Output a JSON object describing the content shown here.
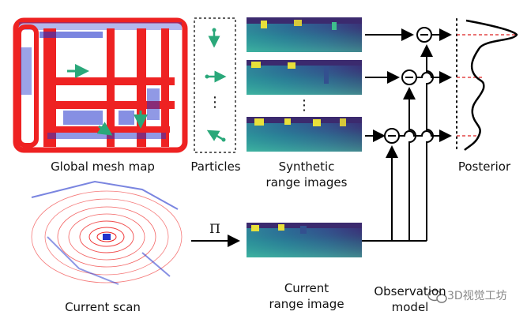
{
  "labels": {
    "global_map": "Global mesh map",
    "particles": "Particles",
    "synthetic_line1": "Synthetic",
    "synthetic_line2": "range images",
    "posterior": "Posterior",
    "current_scan": "Current scan",
    "current_range_line1": "Current",
    "current_range_line2": "range image",
    "observation_line1": "Observation",
    "observation_line2": "model",
    "projection_symbol": "Π",
    "vertical_ellipsis": "⋮",
    "watermark": "3D视觉工坊"
  },
  "colors": {
    "map_red": "#ee2222",
    "map_blue": "#2233cc",
    "particle_green": "#2aa87a",
    "range_dark": "#3b2a6e",
    "range_mid": "#2a7f9e",
    "range_light": "#3fbf8c",
    "range_yellow": "#e8e03a",
    "dashed_red": "#dd2222"
  },
  "icons": {
    "minus": "minus-circle-icon",
    "wechat": "wechat-icon"
  }
}
